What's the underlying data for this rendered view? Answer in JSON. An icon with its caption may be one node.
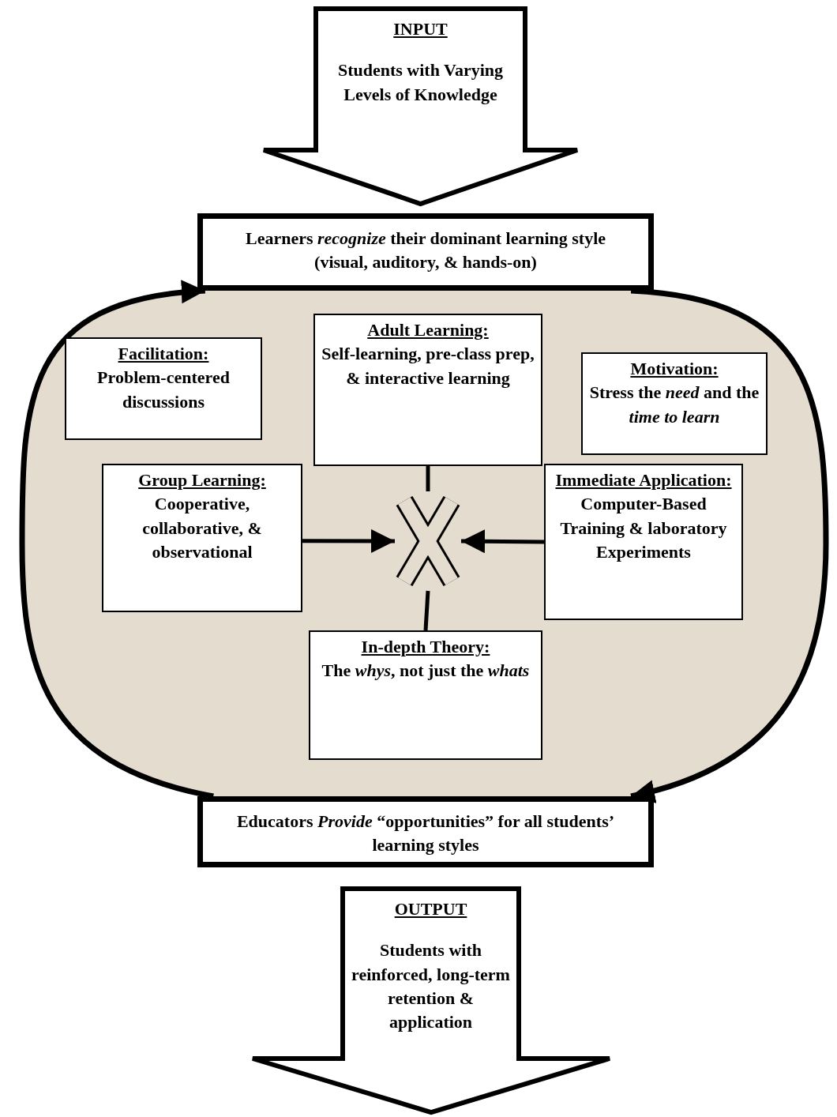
{
  "diagram": {
    "nodes": [
      {
        "text": [
          "INPUT",
          "Students with Varying Levels of Knowledge"
        ]
      },
      {
        "text": [
          "Learners *recognize* their dominant learning style (visual, auditory, & hands-on)"
        ]
      },
      {
        "text": [
          "Facilitation:",
          "Problem-centered discussions"
        ]
      },
      {
        "text": [
          "Adult Learning:",
          "Self-learning, pre-class prep, & interactive learning"
        ]
      },
      {
        "text": [
          "Motivation:",
          "Stress the *need* and the *time to learn*"
        ]
      },
      {
        "text": [
          "Group Learning:",
          "Cooperative, collaborative, & observational"
        ]
      },
      {
        "text": [],
        "shape": "cross"
      },
      {
        "text": [
          "Immediate Application:",
          "Computer-Based Training & laboratory Experiments"
        ]
      },
      {
        "text": [
          "In-depth Theory:",
          "The *whys*, not just the *whats*"
        ]
      },
      {
        "text": [
          "Educators *Provide* “opportunities” for all students’ learning styles"
        ]
      },
      {
        "text": [
          "OUTPUT",
          "Students with reinforced, long-term retention & application"
        ]
      }
    ],
    "edges": [
      {
        "from": 1,
        "to": 9,
        "arrow": "to"
      },
      {
        "from": 9,
        "to": 1,
        "arrow": "to"
      },
      {
        "from": 5,
        "to": 6,
        "arrow": "to"
      },
      {
        "from": 7,
        "to": 6,
        "arrow": "to"
      },
      {
        "from": 3,
        "to": 6,
        "arrow": "none"
      },
      {
        "from": 6,
        "to": 8,
        "arrow": "none"
      }
    ]
  }
}
